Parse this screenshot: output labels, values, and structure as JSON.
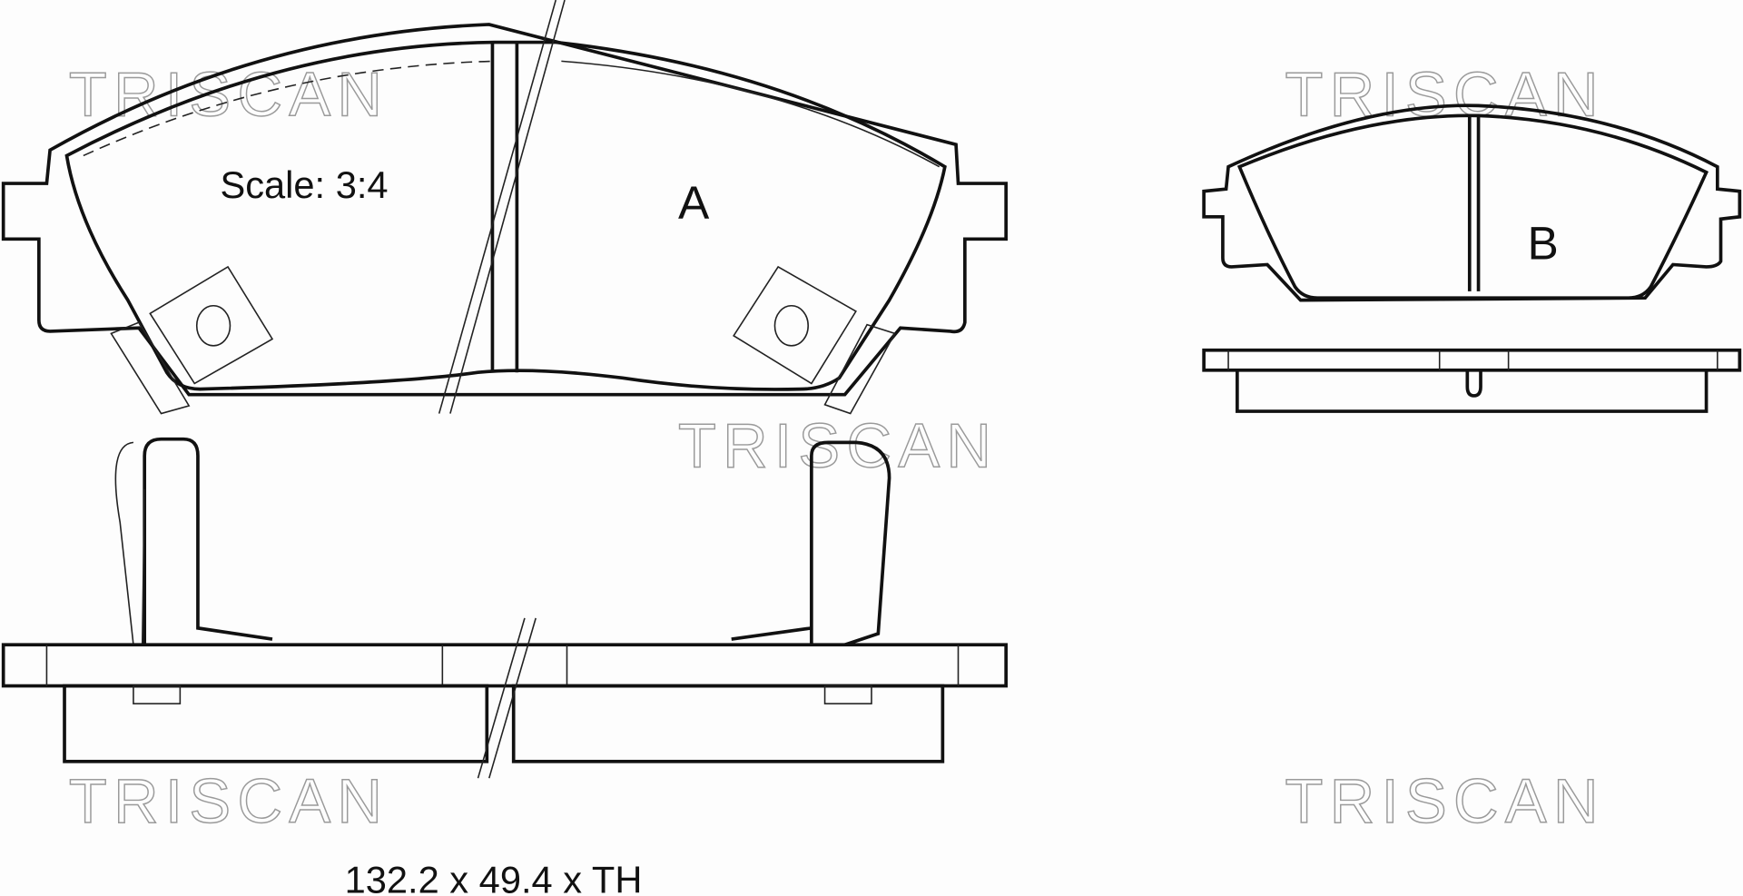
{
  "watermark": "TRISCAN",
  "scale_label": "Scale: 3:4",
  "pad_a_label": "A",
  "pad_b_label": "B",
  "dimensions": "132.2 x 49.4 x TH",
  "colors": {
    "line": "#111111",
    "watermark": "#9a9a9a",
    "background": "#fdfdfd"
  }
}
